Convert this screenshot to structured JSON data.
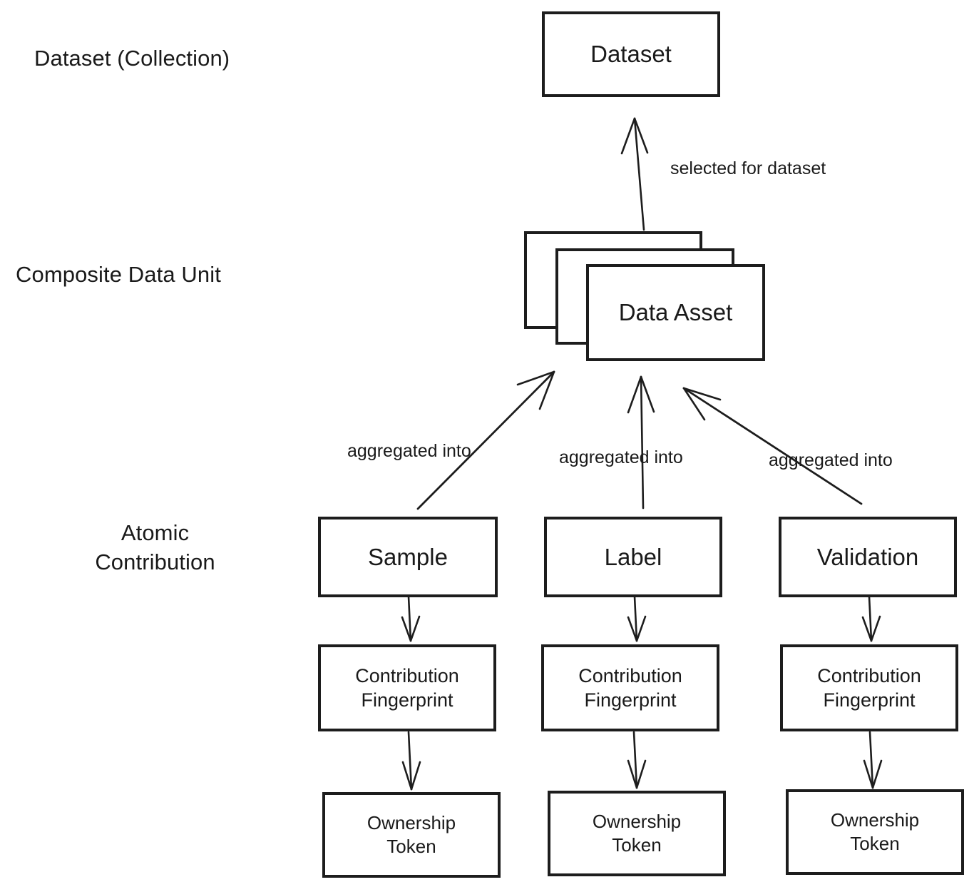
{
  "diagram": {
    "title": "Dataset contribution hierarchy",
    "background_color": "#ffffff",
    "stroke_color": "#1d1d1d",
    "text_color": "#1a1a1a",
    "row_labels": [
      {
        "id": "row-dataset",
        "text": "Dataset (Collection)"
      },
      {
        "id": "row-composite",
        "text": "Composite Data Unit"
      },
      {
        "id": "row-atomic",
        "text": "Atomic\nContribution"
      }
    ],
    "nodes": {
      "dataset": {
        "label": "Dataset"
      },
      "data_asset": {
        "label": "Data Asset",
        "stacked_copies": 3
      },
      "columns": [
        {
          "id": "sample",
          "source": {
            "label": "Sample"
          },
          "fingerprint": {
            "label": "Contribution\nFingerprint"
          },
          "token": {
            "label": "Ownership\nToken"
          }
        },
        {
          "id": "label",
          "source": {
            "label": "Label"
          },
          "fingerprint": {
            "label": "Contribution\nFingerprint"
          },
          "token": {
            "label": "Ownership\nToken"
          }
        },
        {
          "id": "validation",
          "source": {
            "label": "Validation"
          },
          "fingerprint": {
            "label": "Contribution\nFingerprint"
          },
          "token": {
            "label": "Ownership\nToken"
          }
        }
      ]
    },
    "edge_labels": {
      "selected_for_dataset": "selected for dataset",
      "aggregated_into_left": "aggregated into",
      "aggregated_into_middle": "aggregated into",
      "aggregated_into_right": "aggregated into"
    }
  }
}
